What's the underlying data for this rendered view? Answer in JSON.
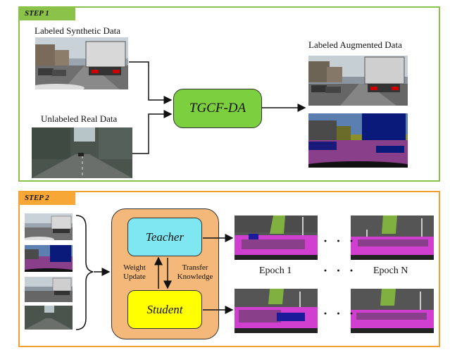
{
  "step1": {
    "tag": "STEP 1",
    "labeled_synthetic": "Labeled Synthetic Data",
    "unlabeled_real": "Unlabeled Real Data",
    "method": "TGCF-DA",
    "labeled_augmented": "Labeled Augmented Data"
  },
  "step2": {
    "tag": "STEP 2",
    "teacher": "Teacher",
    "student": "Student",
    "weight_update": [
      "Weight",
      "Update"
    ],
    "transfer_knowledge": [
      "Transfer",
      "Knowledge"
    ],
    "epoch_1": "Epoch 1",
    "epoch_n": "Epoch N",
    "ellipsis": "· · ·"
  },
  "colors": {
    "step1_border": "#8bc34a",
    "step2_border": "#f0a030",
    "tgcf_fill": "#7ccf3f",
    "container_fill": "#f4b97a",
    "teacher_fill": "#7fe7f2",
    "student_fill": "#ffff00"
  }
}
